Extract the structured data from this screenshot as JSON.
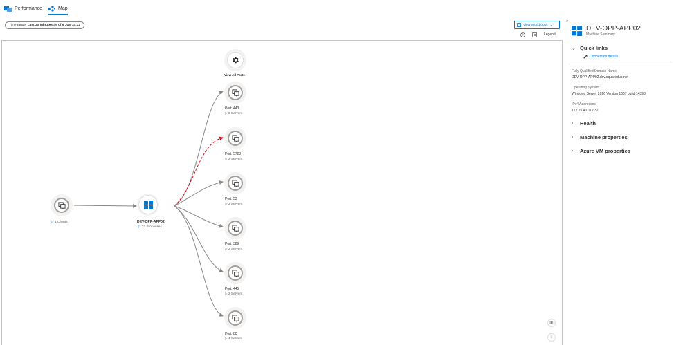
{
  "tabs": [
    {
      "label": "Performance",
      "icon": "performance-icon",
      "active": false
    },
    {
      "label": "Map",
      "icon": "map-icon",
      "active": true
    }
  ],
  "toolbar": {
    "time_range_prefix": "Time range: ",
    "time_range_value": "Last 30 minutes as of 6 Jun 14:32",
    "view_workbooks": "View Workbooks",
    "legend": "Legend"
  },
  "map": {
    "view_all_ports": "View All Ports",
    "client": {
      "label": "1 Clients"
    },
    "machine": {
      "name": "DEV-OPP-APP02",
      "processes": "22 Processes"
    },
    "ports": [
      {
        "port": "Port: 443",
        "servers": "6 Servers",
        "failed": false
      },
      {
        "port": "Port: 5723",
        "servers": "2 Servers",
        "failed": true
      },
      {
        "port": "Port: 53",
        "servers": "2 Servers",
        "failed": false
      },
      {
        "port": "Port: 389",
        "servers": "2 Servers",
        "failed": false
      },
      {
        "port": "Port: 445",
        "servers": "2 Servers",
        "failed": false
      },
      {
        "port": "Port: 80",
        "servers": "4 Servers",
        "failed": false
      }
    ],
    "edge_color": "#8a8886",
    "failed_edge_color": "#e00b1c"
  },
  "panel": {
    "title": "DEV-OPP-APP02",
    "subtitle": "Machine Summary",
    "quick_links": "Quick links",
    "connection_details": "Connection details",
    "fqdn_label": "Fully Qualified Domain Name",
    "fqdn_value": "DEV-OPP-APP02.dev.squaredup.net",
    "os_label": "Operating System",
    "os_value": "Windows Server 2016 Version 1607 build 14393",
    "ipv4_label": "IPv4 Addresses",
    "ipv4_value": "172.25.40.112/32",
    "sections": [
      "Health",
      "Machine properties",
      "Azure VM properties"
    ]
  },
  "colors": {
    "accent": "#0078d4",
    "windows_blue": "#0078d4"
  }
}
